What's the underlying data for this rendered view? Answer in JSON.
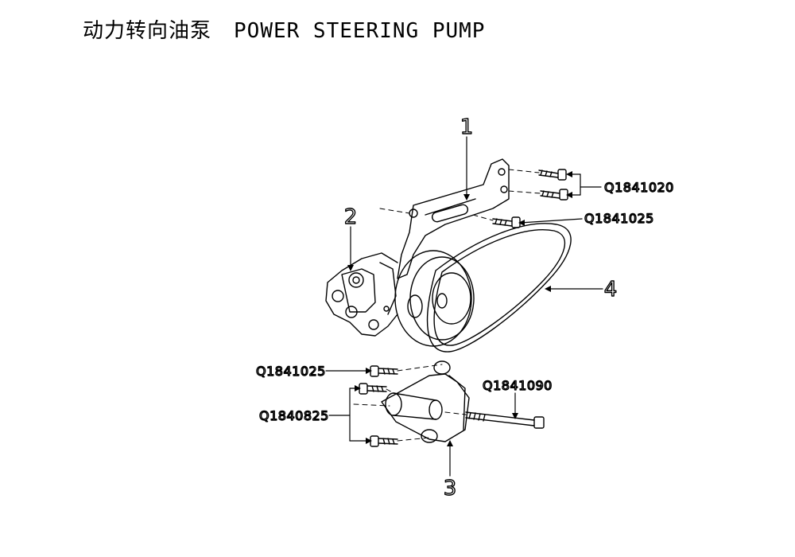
{
  "title": {
    "chinese": "动力转向油泵",
    "english": "POWER STEERING PUMP"
  },
  "callouts": {
    "c1": "1",
    "c2": "2",
    "c3": "3",
    "c4": "4"
  },
  "part_numbers": {
    "bracket_bolts_upper": "Q1841020",
    "bracket_bolt_middle": "Q1841025",
    "lower_bolt_single": "Q1841025",
    "lower_long_bolt": "Q1841090",
    "lower_bolts_pair": "Q1840825"
  }
}
